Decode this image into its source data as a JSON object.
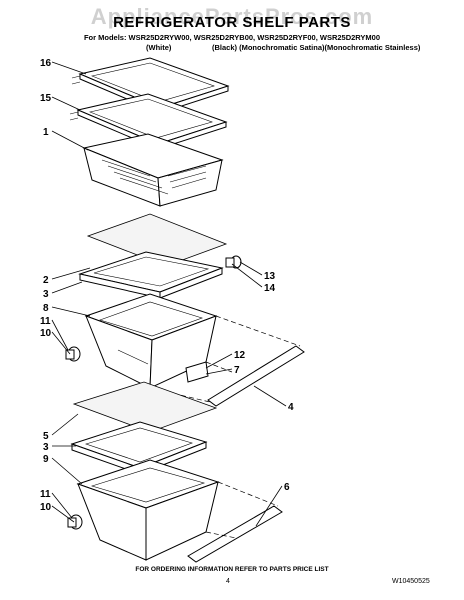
{
  "watermark": "AppliancePartsPros.com",
  "title": "REFRIGERATOR SHELF PARTS",
  "models": "For Models: WSR25D2RYW00, WSR25D2RYB00, WSR25D2RYF00, WSR25D2RYM00",
  "colors": [
    "(White)",
    "(Black) (Monochromatic Satina)(Monochromatic Stainless)"
  ],
  "callouts": [
    "16",
    "15",
    "1",
    "2",
    "3",
    "8",
    "11",
    "10",
    "13",
    "14",
    "12",
    "7",
    "4",
    "5",
    "3",
    "9",
    "11",
    "10",
    "6"
  ],
  "footer": {
    "note": "FOR ORDERING INFORMATION REFER TO PARTS PRICE LIST",
    "page": "4",
    "doc_id": "W10450525"
  }
}
